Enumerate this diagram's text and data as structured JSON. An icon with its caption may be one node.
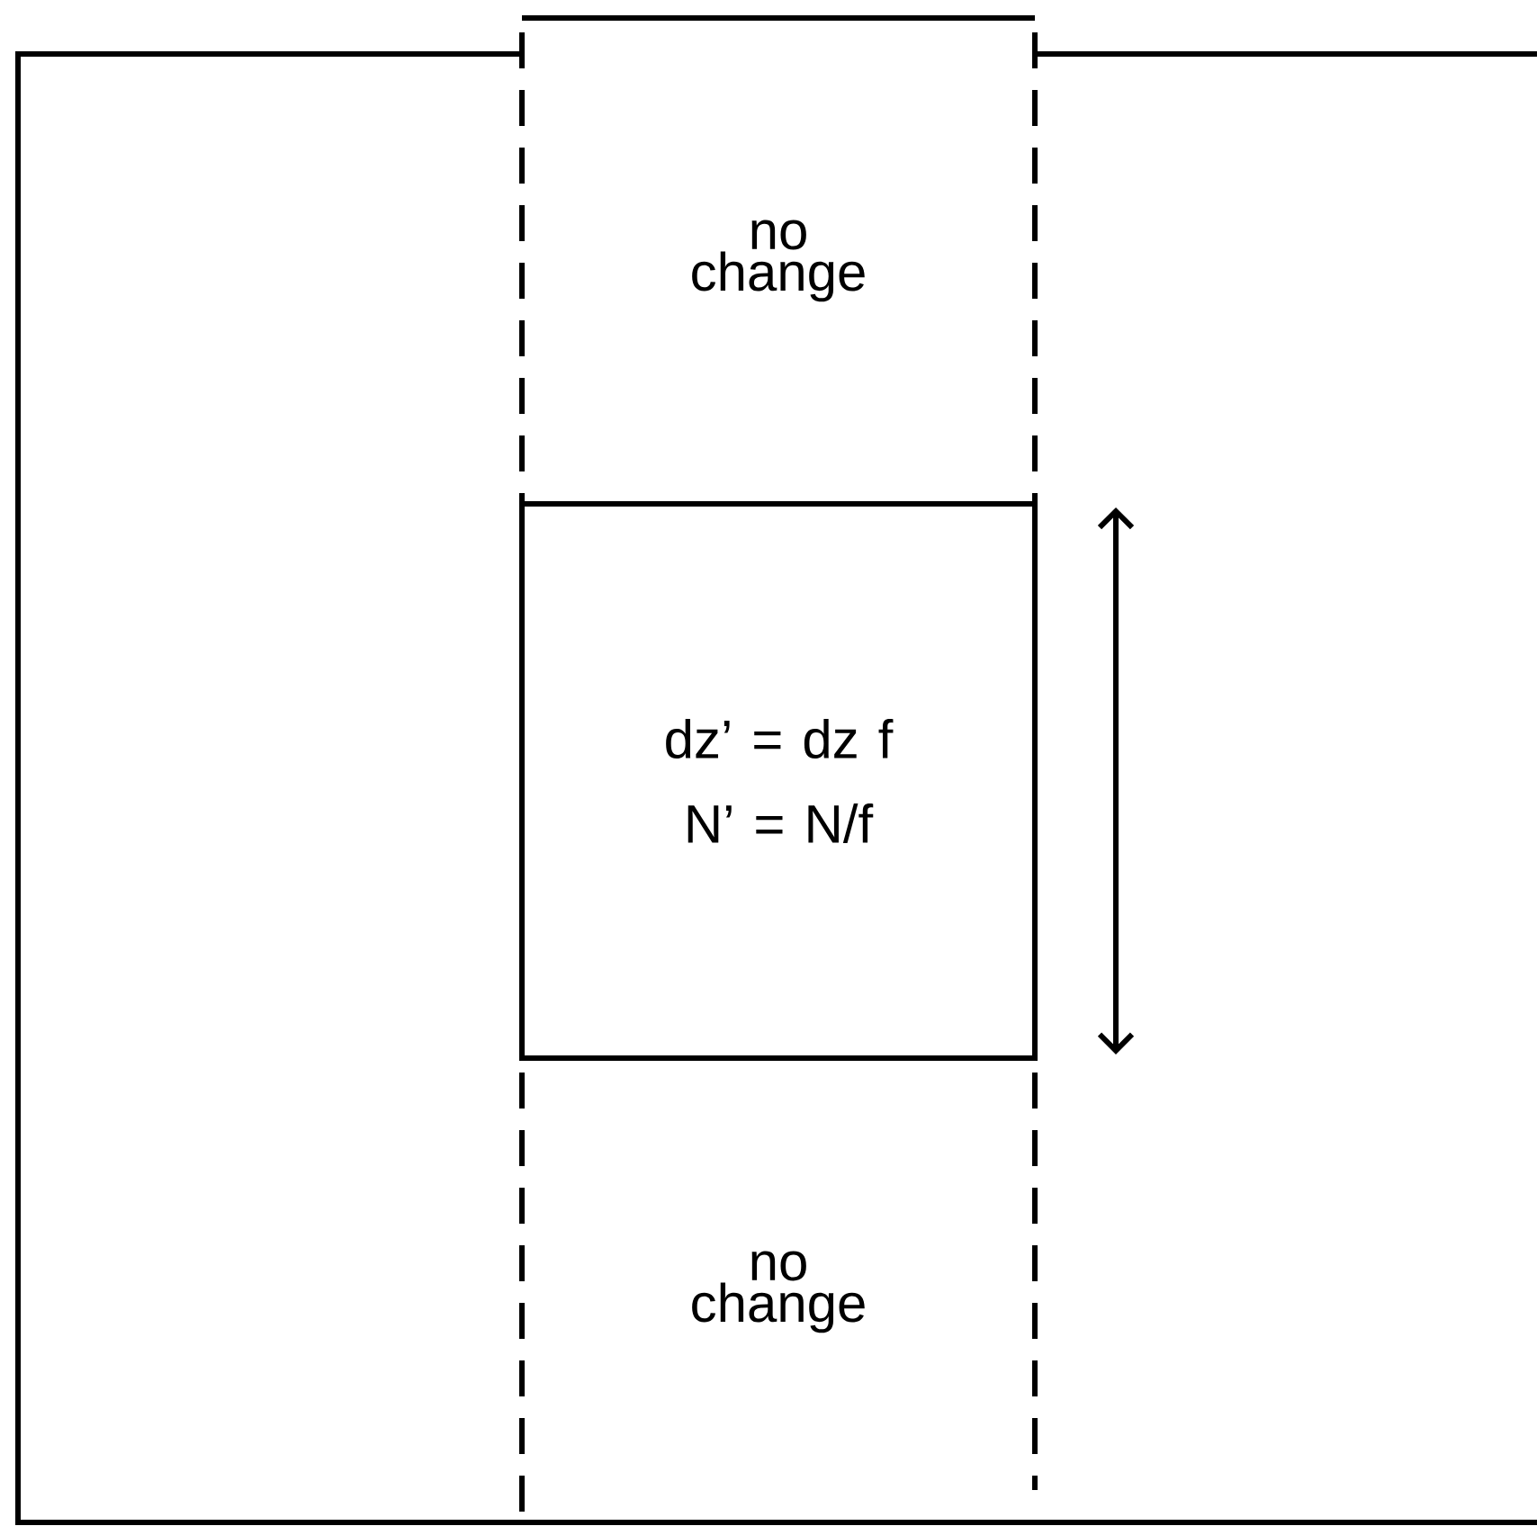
{
  "diagram": {
    "nodes": [
      {
        "text": [
          "no change"
        ]
      },
      {
        "text": [
          "dz’ = dz f",
          "N’ = N/f"
        ]
      },
      {
        "text": [
          "no change"
        ]
      }
    ]
  }
}
